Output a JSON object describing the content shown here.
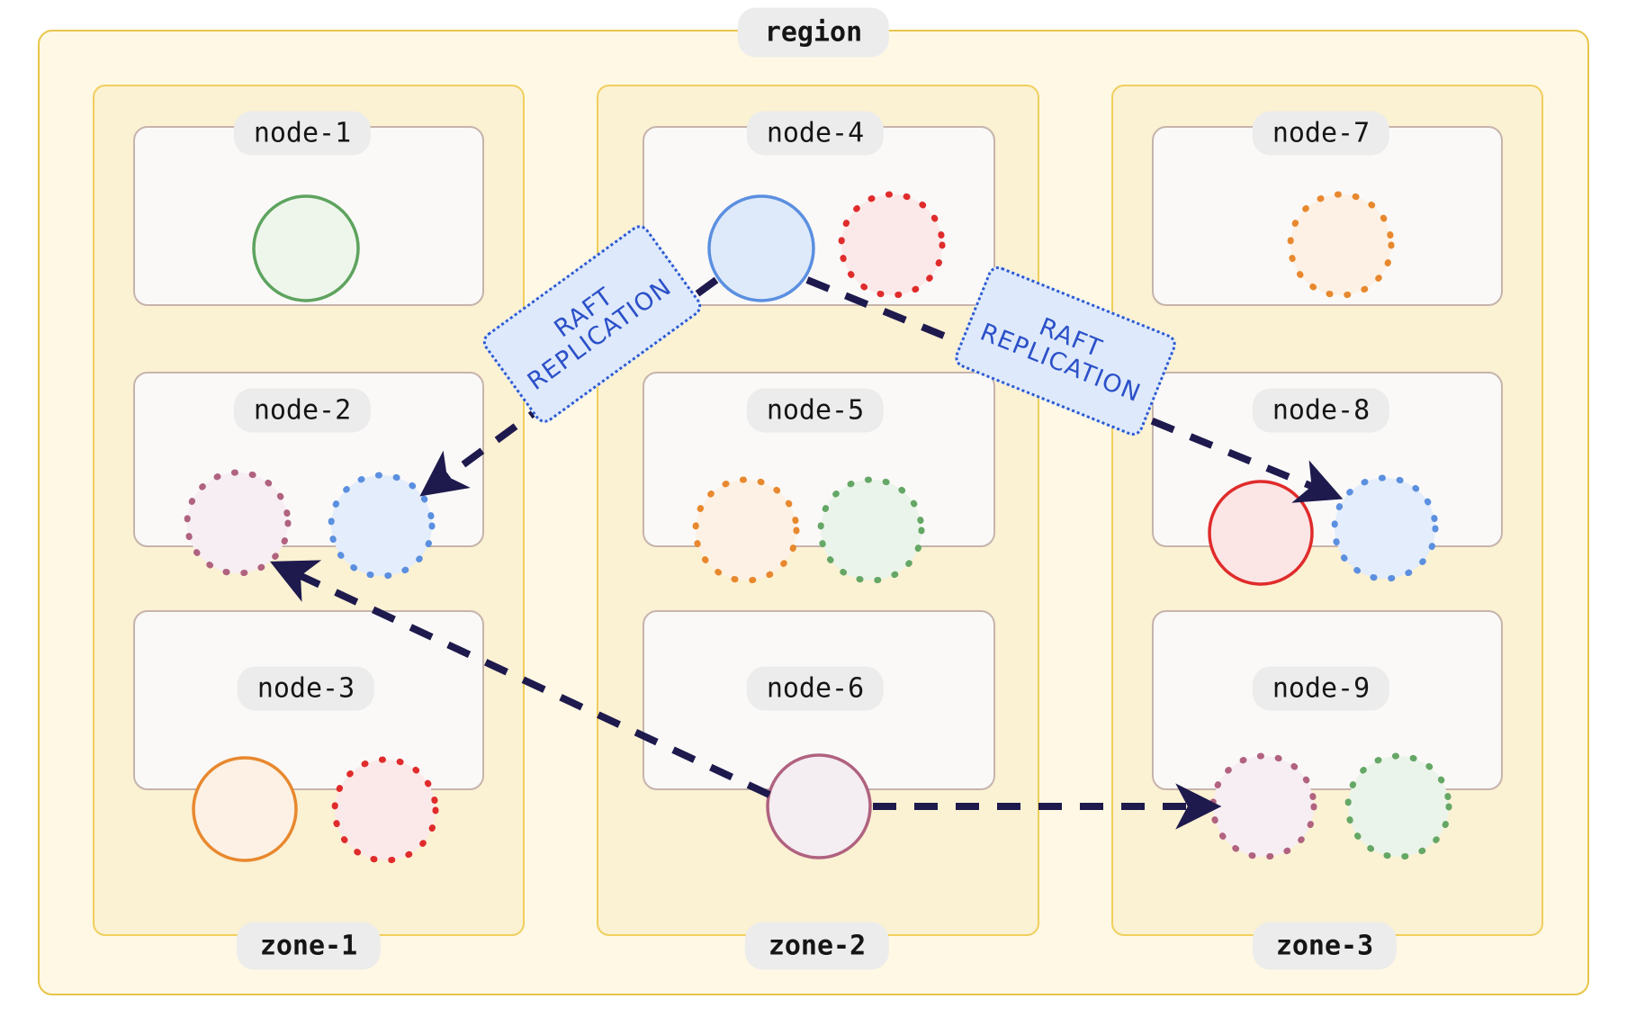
{
  "diagram": {
    "title": "region",
    "type": "cluster-topology",
    "region": {
      "label": "region"
    },
    "zones": [
      {
        "id": "zone-1",
        "label": "zone-1",
        "nodes": [
          {
            "id": "node-1",
            "label": "node-1",
            "shards": [
              {
                "style": "solid",
                "color": "#5EA35E",
                "fill": "#EEF6EC",
                "role": "replica"
              }
            ]
          },
          {
            "id": "node-2",
            "label": "node-2",
            "shards": [
              {
                "style": "dotted",
                "color": "#B0627F",
                "fill": "#F6EEF2",
                "role": "replica"
              },
              {
                "style": "dotted",
                "color": "#5B8FE0",
                "fill": "#E4EDFB",
                "role": "replica"
              }
            ]
          },
          {
            "id": "node-3",
            "label": "node-3",
            "shards": [
              {
                "style": "solid",
                "color": "#E8882E",
                "fill": "#FCF1E4",
                "role": "replica"
              },
              {
                "style": "dotted",
                "color": "#E02B2B",
                "fill": "#FBE9E9",
                "role": "replica"
              }
            ]
          }
        ]
      },
      {
        "id": "zone-2",
        "label": "zone-2",
        "nodes": [
          {
            "id": "node-4",
            "label": "node-4",
            "shards": [
              {
                "style": "solid",
                "color": "#5B8FE0",
                "fill": "#DEEAFA",
                "role": "leader"
              },
              {
                "style": "dotted",
                "color": "#E02B2B",
                "fill": "#FBE9E9",
                "role": "replica"
              }
            ]
          },
          {
            "id": "node-5",
            "label": "node-5",
            "shards": [
              {
                "style": "dotted",
                "color": "#E8882E",
                "fill": "#FCF1E4",
                "role": "replica"
              },
              {
                "style": "dotted",
                "color": "#65A765",
                "fill": "#EBF4EA",
                "role": "replica"
              }
            ]
          },
          {
            "id": "node-6",
            "label": "node-6",
            "shards": [
              {
                "style": "solid",
                "color": "#B0627F",
                "fill": "#F4EDF2",
                "role": "leader"
              }
            ]
          }
        ]
      },
      {
        "id": "zone-3",
        "label": "zone-3",
        "nodes": [
          {
            "id": "node-7",
            "label": "node-7",
            "shards": [
              {
                "style": "dotted",
                "color": "#E8882E",
                "fill": "#FCF1E4",
                "role": "replica"
              }
            ]
          },
          {
            "id": "node-8",
            "label": "node-8",
            "shards": [
              {
                "style": "solid",
                "color": "#E02B2B",
                "fill": "#FBE5E5",
                "role": "leader"
              },
              {
                "style": "dotted",
                "color": "#5B8FE0",
                "fill": "#E4EDFB",
                "role": "replica"
              }
            ]
          },
          {
            "id": "node-9",
            "label": "node-9",
            "shards": [
              {
                "style": "dotted",
                "color": "#B0627F",
                "fill": "#F6EEF2",
                "role": "replica"
              },
              {
                "style": "dotted",
                "color": "#65A765",
                "fill": "#EBF4EA",
                "role": "replica"
              }
            ]
          }
        ]
      }
    ],
    "edges": [
      {
        "id": "edge-node4-node2",
        "from": "node-4",
        "to": "node-2",
        "label": "RAFT\nREPLICATION",
        "label_line_1": "RAFT",
        "label_line_2": "REPLICATION",
        "style": "dashed",
        "color": "#1E1A4D"
      },
      {
        "id": "edge-node4-node8",
        "from": "node-4",
        "to": "node-8",
        "label": "RAFT\nREPLICATION",
        "label_line_1": "RAFT",
        "label_line_2": "REPLICATION",
        "style": "dashed",
        "color": "#1E1A4D"
      },
      {
        "id": "edge-node6-node2",
        "from": "node-6",
        "to": "node-2",
        "label": "",
        "style": "dashed",
        "color": "#1E1A4D"
      },
      {
        "id": "edge-node6-node9",
        "from": "node-6",
        "to": "node-9",
        "label": "",
        "style": "dashed",
        "color": "#1E1A4D"
      }
    ],
    "colors": {
      "region_fill": "#FEF8E4",
      "region_stroke": "#E8C54A",
      "zone_fill": "#FBF1D3",
      "zone_stroke": "#F0CF5C",
      "node_fill": "#FAF9F8",
      "node_stroke": "#C6B4AC",
      "pill_fill": "#ECECEC",
      "edge_color": "#1E1A4D",
      "edge_label_fill": "#DEE9FB",
      "edge_label_stroke": "#2B59D0",
      "edge_label_text": "#2B50C8"
    }
  }
}
